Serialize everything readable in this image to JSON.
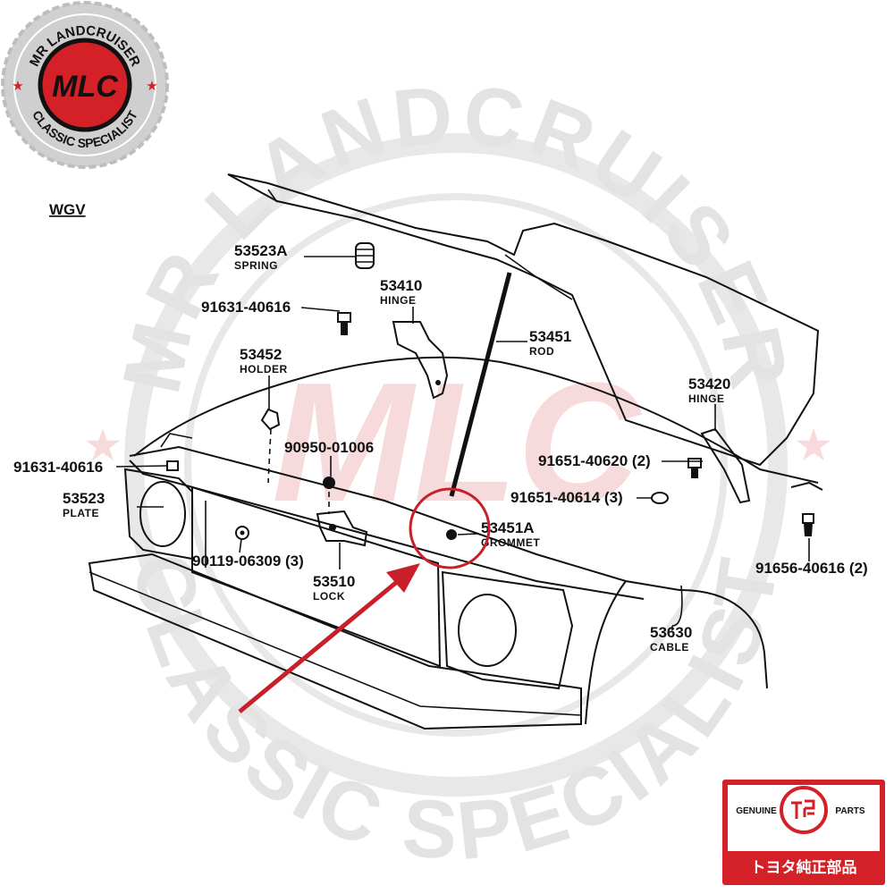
{
  "watermark": {
    "top_text": "MR LANDCRUISER",
    "bottom_text": "CLASSIC SPECIALIST",
    "monogram": "MLC"
  },
  "logo": {
    "top_text": "MR LANDCRUISER",
    "bottom_text": "CLASSIC SPECIALIST",
    "monogram": "MLC",
    "accent_color": "#d42027",
    "ring_color": "#c9c9c9"
  },
  "badge": {
    "left": "GENUINE",
    "right": "PARTS",
    "bottom": "トヨタ純正部品",
    "bg_color": "#d42027"
  },
  "diagram": {
    "model": "WGV",
    "parts": [
      {
        "id": "53523A",
        "name": "SPRING"
      },
      {
        "id": "53410",
        "name": "HINGE"
      },
      {
        "id": "91631-40616",
        "name": ""
      },
      {
        "id": "53451",
        "name": "ROD"
      },
      {
        "id": "53452",
        "name": "HOLDER"
      },
      {
        "id": "53420",
        "name": "HINGE"
      },
      {
        "id": "90950-01006",
        "name": ""
      },
      {
        "id": "91651-40620 (2)",
        "name": ""
      },
      {
        "id": "91631-40616",
        "name": ""
      },
      {
        "id": "91651-40614 (3)",
        "name": ""
      },
      {
        "id": "53523",
        "name": "PLATE"
      },
      {
        "id": "53451A",
        "name": "GROMMET"
      },
      {
        "id": "90119-06309 (3)",
        "name": ""
      },
      {
        "id": "53510",
        "name": "LOCK"
      },
      {
        "id": "91656-40616 (2)",
        "name": ""
      },
      {
        "id": "53630",
        "name": "CABLE"
      }
    ]
  },
  "highlight": {
    "color": "#c8202a",
    "target_part": "53451A"
  }
}
